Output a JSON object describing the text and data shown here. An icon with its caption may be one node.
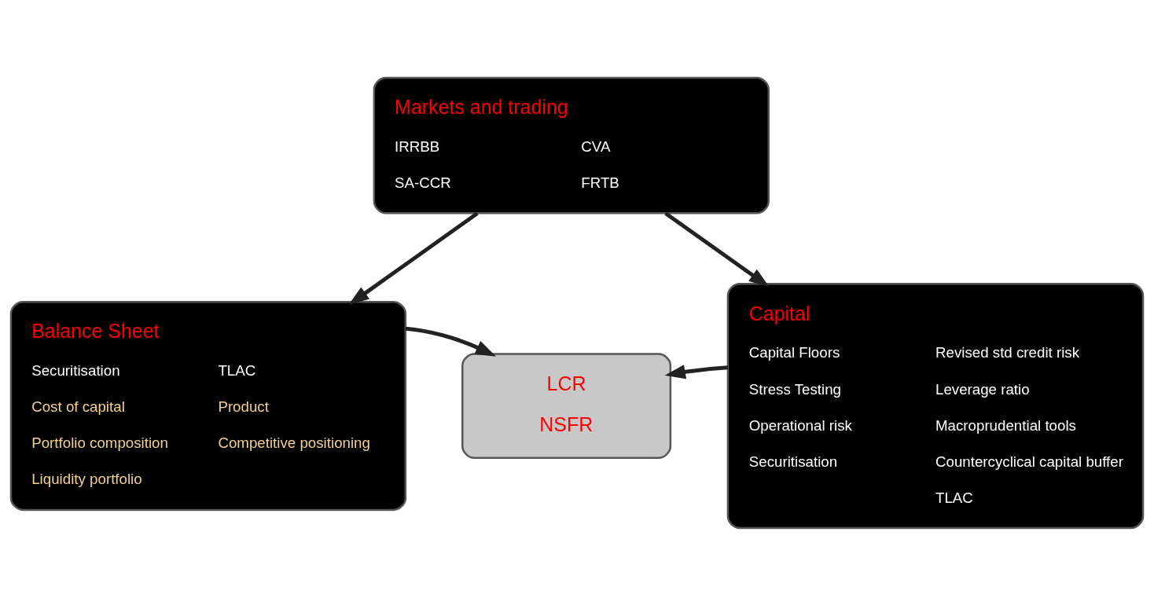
{
  "diagram": {
    "nodes": [
      {
        "text": [
          "Markets and trading",
          "IRRBB",
          "CVA",
          "SA-CCR",
          "FRTB"
        ]
      },
      {
        "text": [
          "Balance Sheet",
          "Securitisation",
          "TLAC",
          "Cost of capital",
          "Product",
          "Portfolio composition",
          "Competitive positioning",
          "Liquidity portfolio"
        ]
      },
      {
        "text": [
          "Capital",
          "Capital Floors",
          "Revised std credit risk",
          "Stress Testing",
          "Leverage ratio",
          "Operational risk",
          "Macroprudential tools",
          "Securitisation",
          "Countercyclical capital buffer",
          "TLAC"
        ]
      },
      {
        "text": [
          "LCR",
          "NSFR"
        ]
      }
    ],
    "edges": [
      {
        "from": 0,
        "to": 1,
        "arrow": "to"
      },
      {
        "from": 0,
        "to": 2,
        "arrow": "to"
      },
      {
        "from": 1,
        "to": 3,
        "arrow": "to"
      },
      {
        "from": 2,
        "to": 3,
        "arrow": "to"
      }
    ]
  }
}
